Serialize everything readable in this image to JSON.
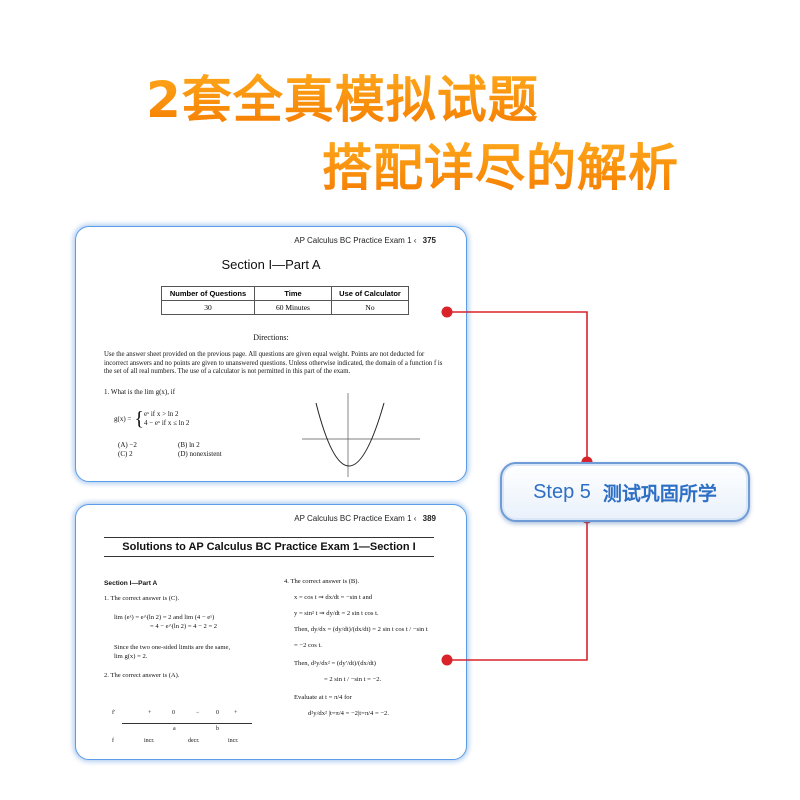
{
  "headline": {
    "line1": "2套全真模拟试题",
    "line2": "搭配详尽的解析"
  },
  "card1": {
    "running_head": "AP Calculus BC Practice Exam 1",
    "page": "375",
    "section_title": "Section I—Part A",
    "table_headers": [
      "Number of Questions",
      "Time",
      "Use of Calculator"
    ],
    "table_row": [
      "30",
      "60 Minutes",
      "No"
    ],
    "directions_title": "Directions:",
    "directions_text": "Use the answer sheet provided on the previous page. All questions are given equal weight. Points are not deducted for incorrect answers and no points are given to unanswered questions. Unless otherwise indicated, the domain of a function f is the set of all real numbers. The use of a calculator is not permitted in this part of the exam.",
    "question": "1.  What is the lim g(x), if",
    "g_def_line1": "eˣ  if x > ln 2",
    "g_def_line2": "4 − eˣ  if x ≤ ln 2",
    "g_label": "g(x) =",
    "options": [
      "(A)  −2",
      "(B)  ln 2",
      "(C)  2",
      "(D)  nonexistent"
    ]
  },
  "card2": {
    "running_head": "AP Calculus BC Practice Exam 1",
    "page": "389",
    "title": "Solutions to AP Calculus BC Practice Exam 1—Section I",
    "left_lines": [
      "Section I—Part A",
      "1.  The correct answer is (C).",
      "lim (eˣ) = e^(ln 2) = 2 and lim (4 − eˣ)",
      "= 4 − e^(ln 2) = 4 − 2 = 2",
      "Since the two one-sided limits are the same,",
      "lim g(x) = 2.",
      "2.  The correct answer is (A)."
    ],
    "sign_chart_top": [
      "f′",
      "+",
      "0",
      "−",
      "0",
      "+"
    ],
    "sign_chart_mid": [
      "a",
      "b"
    ],
    "sign_chart_bottom": [
      "f",
      "incr.",
      "decr.",
      "incr."
    ],
    "right_lines": [
      "4.  The correct answer is (B).",
      "x = cos t ⇒ dx/dt = −sin t and",
      "y = sin² t ⇒ dy/dt = 2 sin t cos t.",
      "Then, dy/dx = (dy/dt)/(dx/dt) = 2 sin t cos t / −sin t",
      "= −2 cos t.",
      "Then, d²y/dx² = (dy′/dt)/(dx/dt)",
      "= 2 sin t / −sin t = −2.",
      "Evaluate at t = π/4 for",
      "d²y/dx² |t=π/4 = −2|t=π/4 = −2."
    ]
  },
  "step": {
    "number": "Step 5",
    "label": "测试巩固所学"
  },
  "colors": {
    "headline": "#f58a0c",
    "connector": "#d9222a",
    "card_border": "#5b9de6",
    "step_text": "#2d6fc4"
  }
}
